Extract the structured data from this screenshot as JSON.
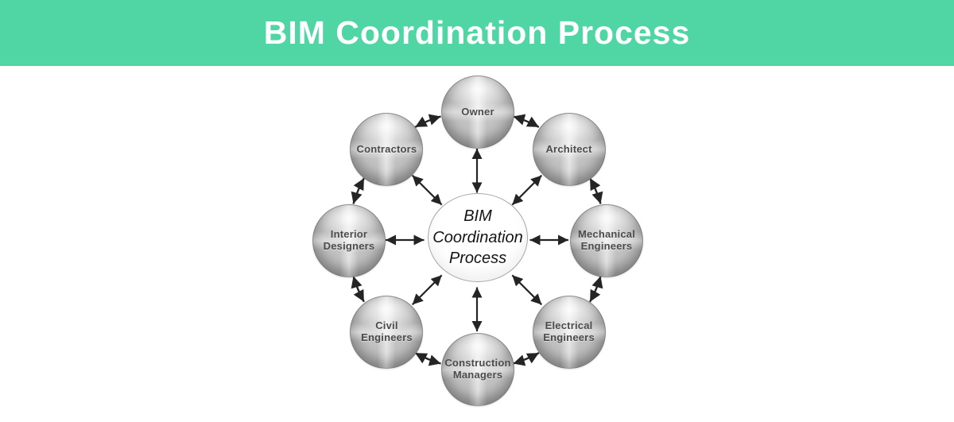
{
  "header": {
    "title": "BIM Coordination Process",
    "background": "#50d5a4",
    "text_color": "#ffffff"
  },
  "diagram": {
    "center": {
      "lines": [
        "BIM",
        "Coordination",
        "Process"
      ]
    },
    "nodes": [
      {
        "label": "Owner",
        "angle": -90
      },
      {
        "label": "Architect",
        "angle": -45
      },
      {
        "label": "Mechanical\nEngineers",
        "angle": 0
      },
      {
        "label": "Electrical\nEngineers",
        "angle": 45
      },
      {
        "label": "Construction\nManagers",
        "angle": 90
      },
      {
        "label": "Civil\nEngineers",
        "angle": 135
      },
      {
        "label": "Interior\nDesigners",
        "angle": 180
      },
      {
        "label": "Contractors",
        "angle": 225
      }
    ],
    "links": {
      "hub_to_each_node": "bidirectional",
      "adjacent_nodes": "bidirectional"
    },
    "colors": {
      "arrow": "#242424",
      "sphere_base": "#a9a9a9",
      "label_text": "#4b4b4b",
      "hub_fill": "#ffffff",
      "hub_border": "#a6a6a6"
    }
  }
}
